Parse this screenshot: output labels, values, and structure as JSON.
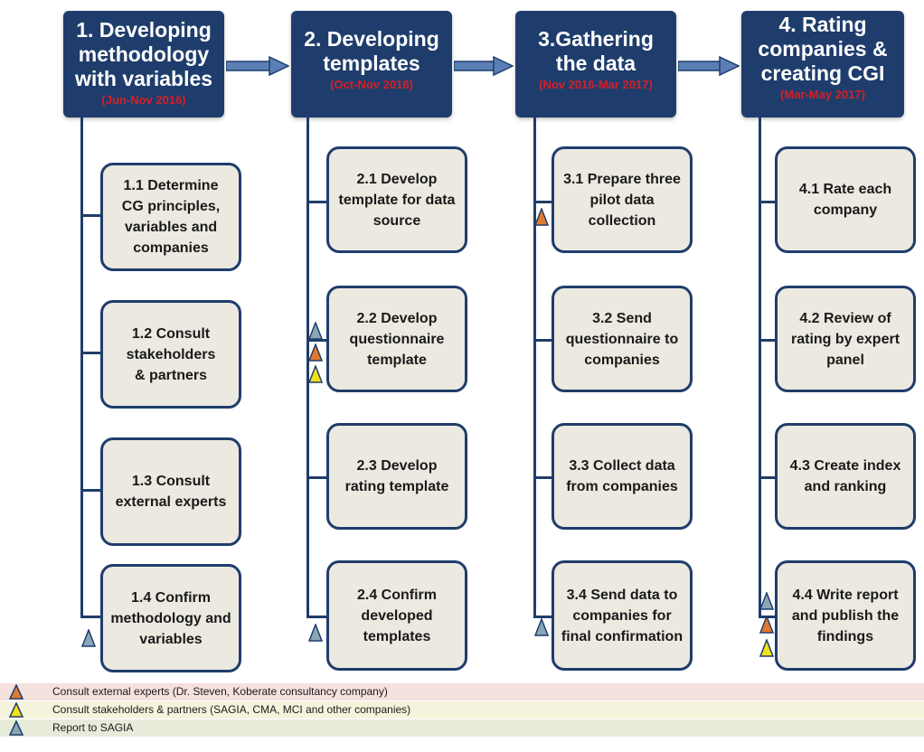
{
  "phases": [
    {
      "title": "1. Developing\nmethodology\nwith variables",
      "date": "(Jun-Nov 2016)"
    },
    {
      "title": "2. Developing\ntemplates",
      "date": "(Oct-Nov 2016)"
    },
    {
      "title": "3.Gathering\nthe data",
      "date": "(Nov 2016-Mar 2017)"
    },
    {
      "title": "4. Rating\ncompanies &\ncreating CGI",
      "date": "(Mar-May 2017)"
    }
  ],
  "tasks": [
    [
      "1.1  Determine\nCG principles,\nvariables and\ncompanies",
      "1.2   Consult\nstakeholders\n& partners",
      "1.3  Consult\nexternal experts",
      "1.4  Confirm\nmethodology and\nvariables"
    ],
    [
      "2.1 Develop\ntemplate for data\nsource",
      "2.2 Develop\nquestionnaire\ntemplate",
      "2.3 Develop\nrating template",
      "2.4 Confirm\ndeveloped\ntemplates"
    ],
    [
      "3.1 Prepare three\npilot data\ncollection",
      "3.2 Send\nquestionnaire to\ncompanies",
      "3.3 Collect data\nfrom companies",
      "3.4 Send data to\ncompanies for\nfinal confirmation"
    ],
    [
      "4.1 Rate each\ncompany",
      "4.2 Review of\nrating by expert\npanel",
      "4.3 Create index\nand ranking",
      "4.4 Write report\nand publish the\nfindings"
    ]
  ],
  "legend": [
    {
      "icon": "orange-triangle",
      "color": "#e07a2c",
      "text": "Consult external  experts (Dr. Steven, Koberate consultancy company)"
    },
    {
      "icon": "yellow-triangle",
      "color": "#f2e21a",
      "text": "Consult stakeholders & partners (SAGIA, CMA, MCI and other companies)"
    },
    {
      "icon": "blue-gray-triangle",
      "color": "#8aa7b6",
      "text": "Report to SAGIA"
    }
  ],
  "colors": {
    "navy": "#1f3d6c",
    "date_red": "#d61f26",
    "task_fill": "#ece9e0",
    "legend_row_1": "#f5e1de",
    "legend_row_2": "#f6f3dc",
    "legend_row_3": "#e6ecd9"
  }
}
